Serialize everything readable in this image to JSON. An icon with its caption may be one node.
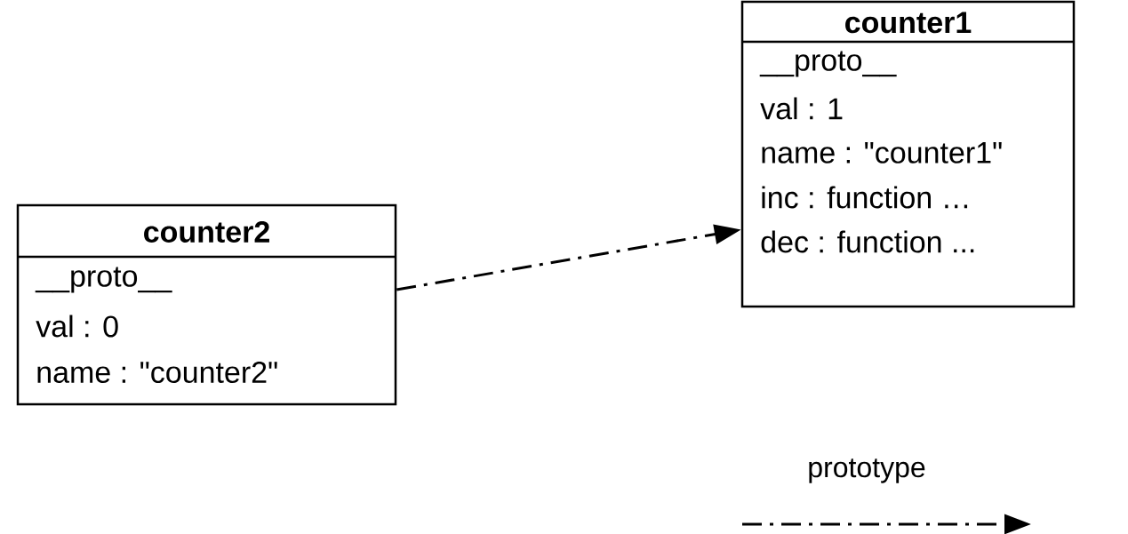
{
  "diagram": {
    "nodes": [
      {
        "text": [
          "counter1",
          "__proto__",
          "val : 1",
          "name : \"counter1\"",
          "inc : function …",
          "dec : function ..."
        ]
      },
      {
        "text": [
          "counter2",
          "__proto__",
          "val : 0",
          "name : \"counter2\""
        ]
      }
    ],
    "edges": [
      {
        "from": 1,
        "to": 0,
        "arrow": "to",
        "style": "dashed"
      }
    ],
    "legend": [
      {
        "text": "prototype"
      }
    ]
  }
}
